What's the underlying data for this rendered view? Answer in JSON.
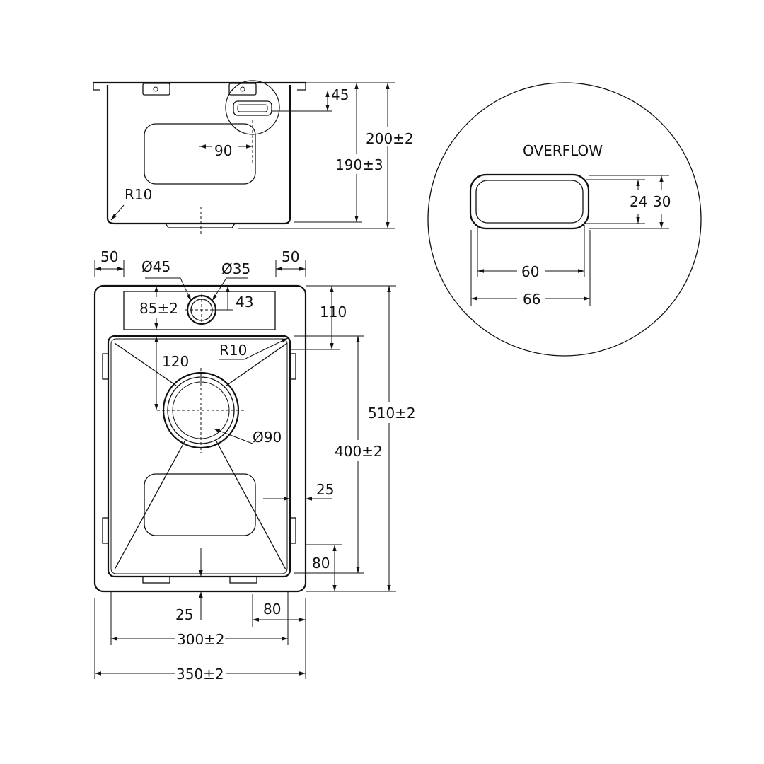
{
  "side_view": {
    "dim_overflow_depth": "45",
    "dim_overflow_offset": "90",
    "dim_bowl_depth": "190±3",
    "dim_total_depth": "200±2",
    "radius": "R10"
  },
  "top_view": {
    "dim_left_margin": "50",
    "dim_right_margin": "50",
    "dim_tap_hole": "Ø45",
    "dim_overflow_hole": "Ø35",
    "dim_deck_width": "85±2",
    "dim_hole_offset": "43",
    "dim_deck_depth": "110",
    "dim_drain_offset": "120",
    "radius": "R10",
    "dim_drain": "Ø90",
    "dim_bowl_length": "400±2",
    "dim_total_length": "510±2",
    "dim_side_rim": "25",
    "dim_bottom_rim": "80",
    "dim_front_rim": "25",
    "dim_clip_offset": "80",
    "dim_bowl_width": "300±2",
    "dim_total_width": "350±2"
  },
  "overflow_detail": {
    "title": "OVERFLOW",
    "dim_inner_height": "24",
    "dim_outer_height": "30",
    "dim_inner_width": "60",
    "dim_outer_width": "66"
  }
}
